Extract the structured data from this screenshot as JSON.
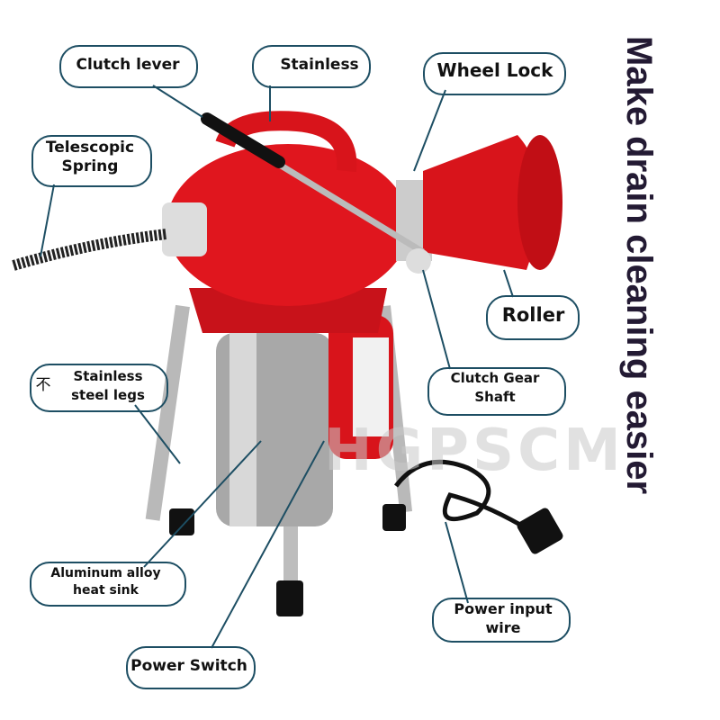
{
  "labels": {
    "clutch_lever": "Clutch lever",
    "stainless": "Stainless",
    "wheel_lock": "Wheel Lock",
    "telescopic_spring": "Telescopic Spring",
    "roller": "Roller",
    "stainless_legs": "Stainless steel legs",
    "stainless_legs_prefix": "不",
    "clutch_gear_shaft": "Clutch Gear Shaft",
    "heat_sink": "Aluminum alloy heat sink",
    "power_input": "Power input wire",
    "power_switch": "Power Switch"
  },
  "headline": "Make drain cleaning easier",
  "watermark": "HGPSCM",
  "colors": {
    "body": "#d8141b",
    "callout": "#1d4e63",
    "text": "#231a33"
  }
}
